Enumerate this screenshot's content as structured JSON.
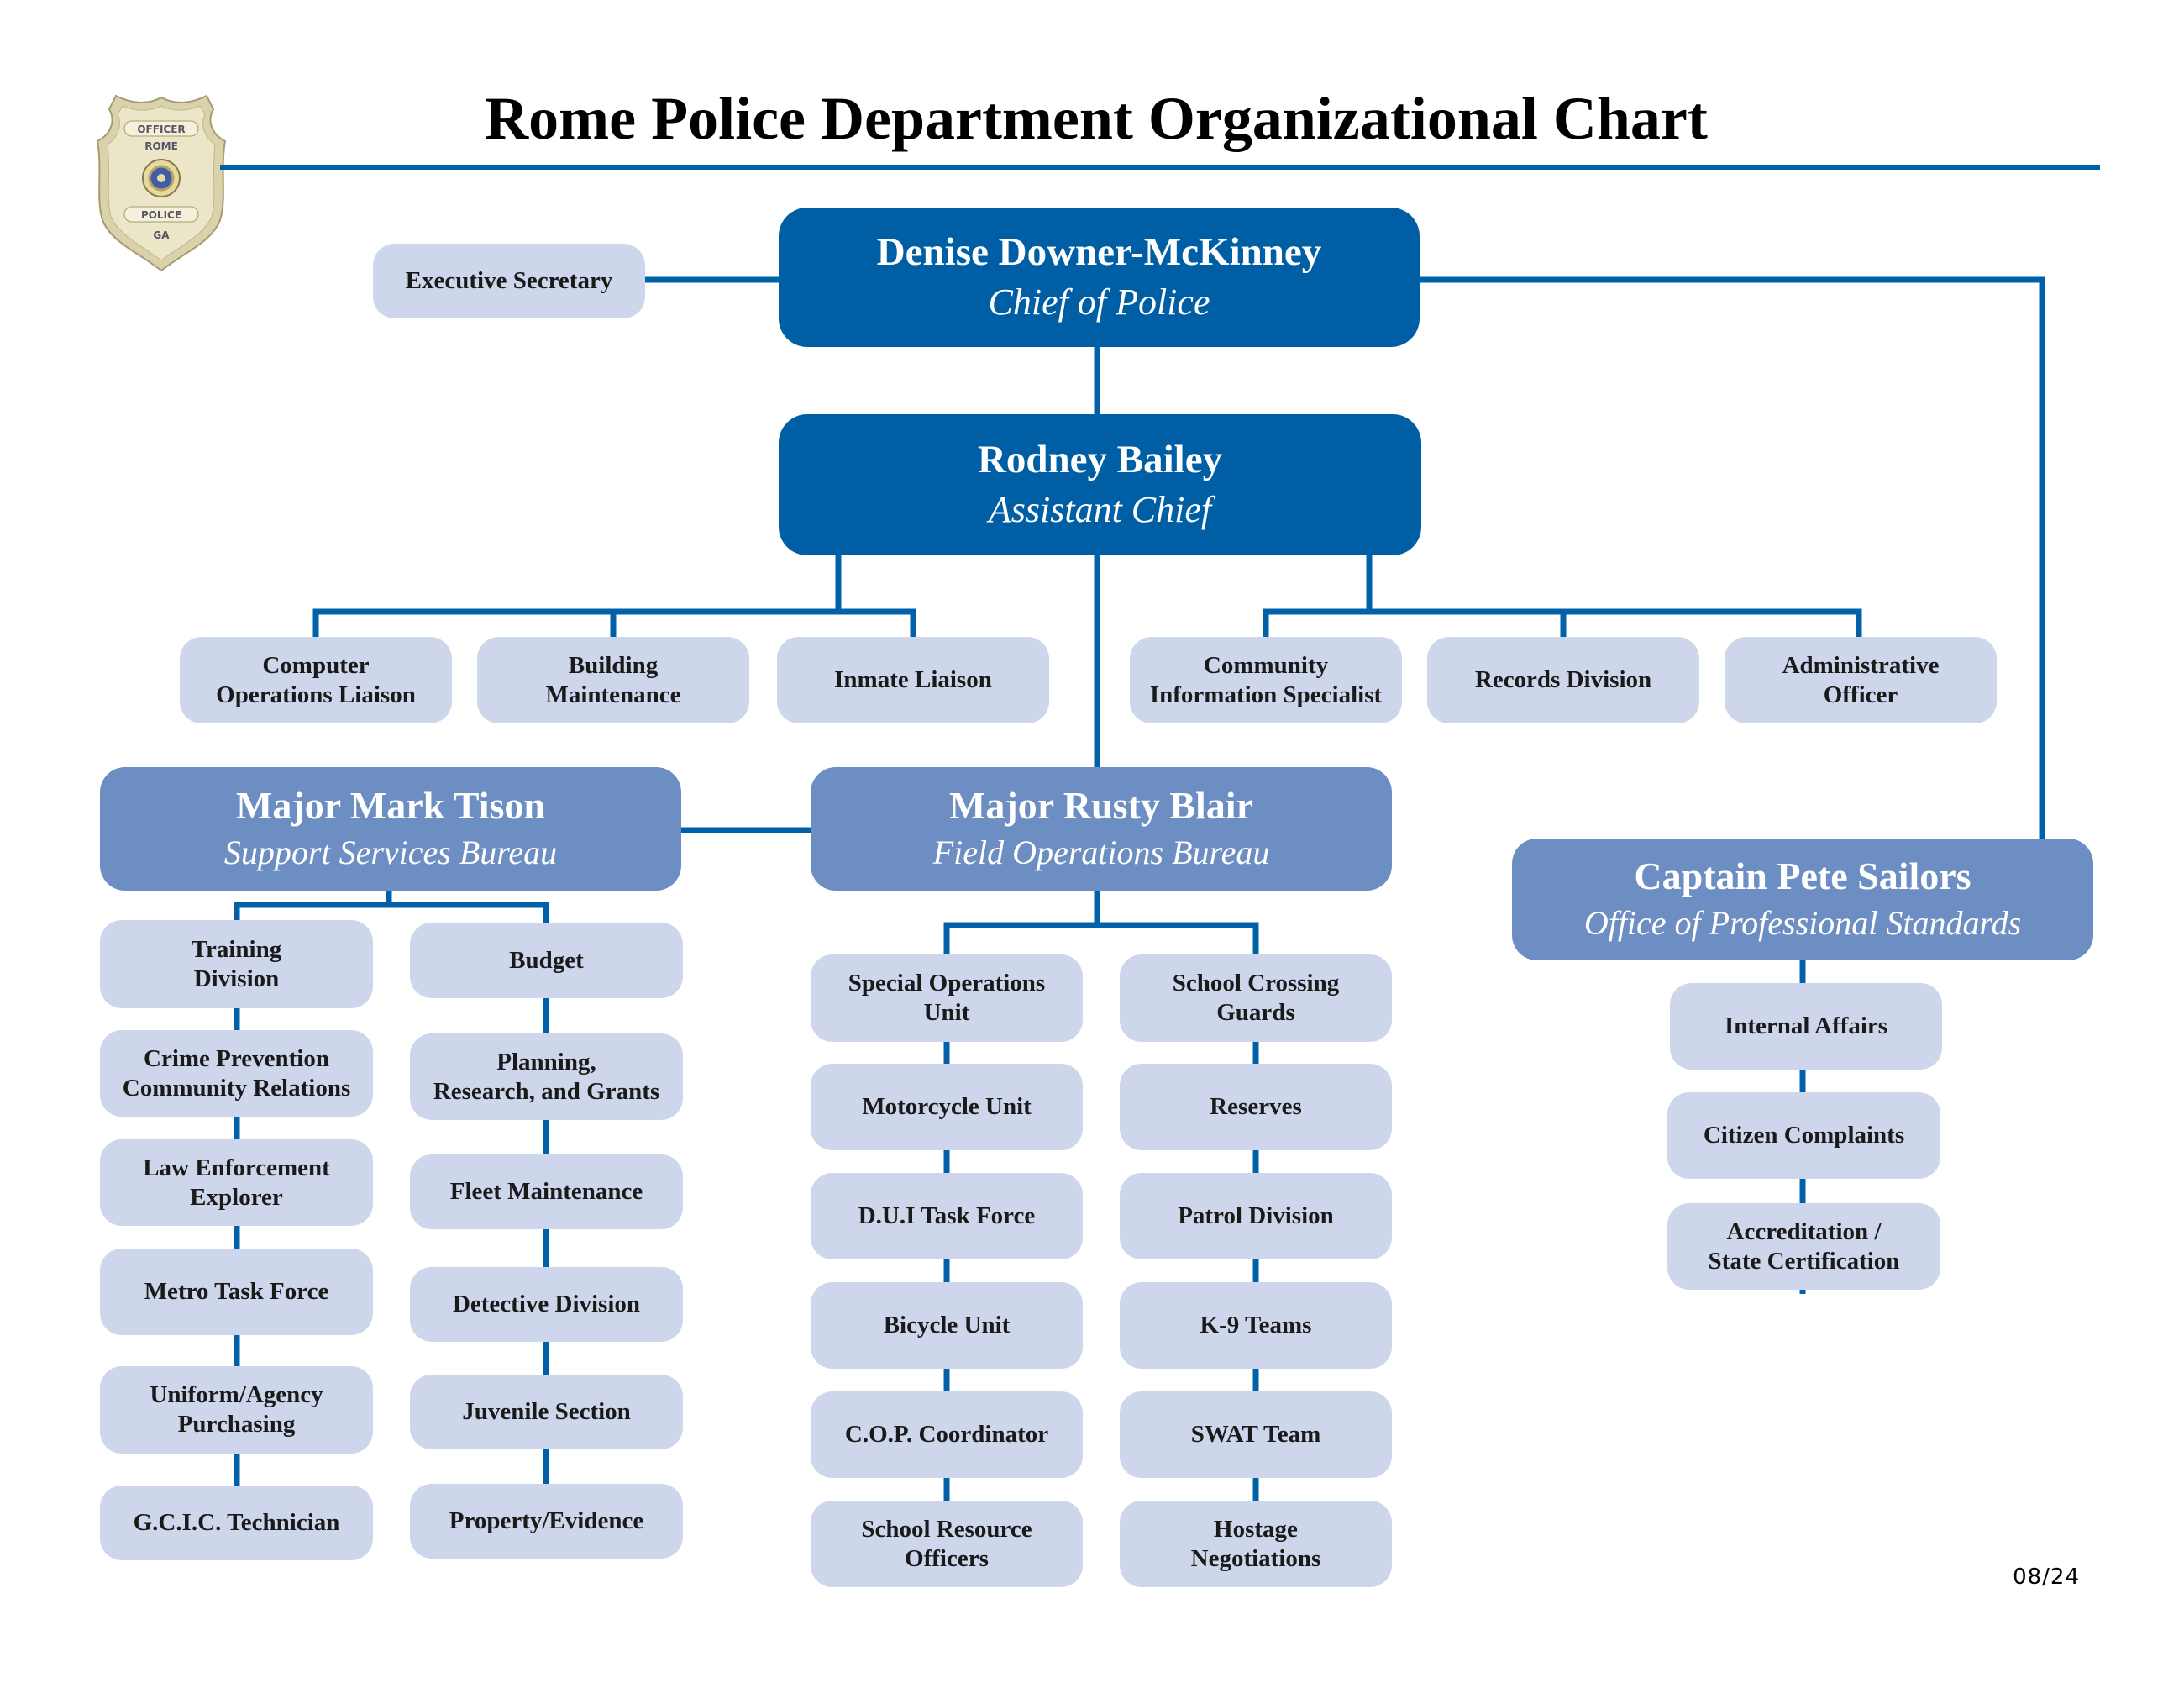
{
  "title": "Rome Police Department Organizational Chart",
  "badge": {
    "top_text": "OFFICER",
    "city": "ROME",
    "dept": "POLICE",
    "state": "GA"
  },
  "version": "08/24",
  "chief": {
    "name": "Denise Downer-McKinney",
    "role": "Chief of Police"
  },
  "executive_secretary": "Executive Secretary",
  "assistant_chief": {
    "name": "Rodney Bailey",
    "role": "Assistant Chief"
  },
  "staff_units": [
    "Computer\nOperations Liaison",
    "Building\nMaintenance",
    "Inmate Liaison",
    "Community\nInformation Specialist",
    "Records Division",
    "Administrative\nOfficer"
  ],
  "support_bureau": {
    "name": "Major Mark Tison",
    "role": "Support Services Bureau",
    "col1": [
      "Training\nDivision",
      "Crime Prevention\nCommunity Relations",
      "Law Enforcement\nExplorer",
      "Metro Task Force",
      "Uniform/Agency\nPurchasing",
      "G.C.I.C. Technician"
    ],
    "col2": [
      "Budget",
      "Planning,\nResearch, and Grants",
      "Fleet Maintenance",
      "Detective Division",
      "Juvenile Section",
      "Property/Evidence"
    ]
  },
  "field_bureau": {
    "name": "Major Rusty Blair",
    "role": "Field Operations Bureau",
    "col1": [
      "Special Operations\nUnit",
      "Motorcycle Unit",
      "D.U.I Task Force",
      "Bicycle Unit",
      "C.O.P. Coordinator",
      "School Resource\nOfficers"
    ],
    "col2": [
      "School Crossing\nGuards",
      "Reserves",
      "Patrol Division",
      "K-9 Teams",
      "SWAT Team",
      "Hostage\nNegotiations"
    ]
  },
  "professional_standards": {
    "name": "Captain Pete Sailors",
    "role": "Office of Professional Standards",
    "units": [
      "Internal Affairs",
      "Citizen Complaints",
      "Accreditation /\nState Certification"
    ]
  },
  "colors": {
    "primary": "#005fa4",
    "bureau": "#6d8ec2",
    "unit": "#cdd6ea",
    "line": "#0060a8"
  }
}
